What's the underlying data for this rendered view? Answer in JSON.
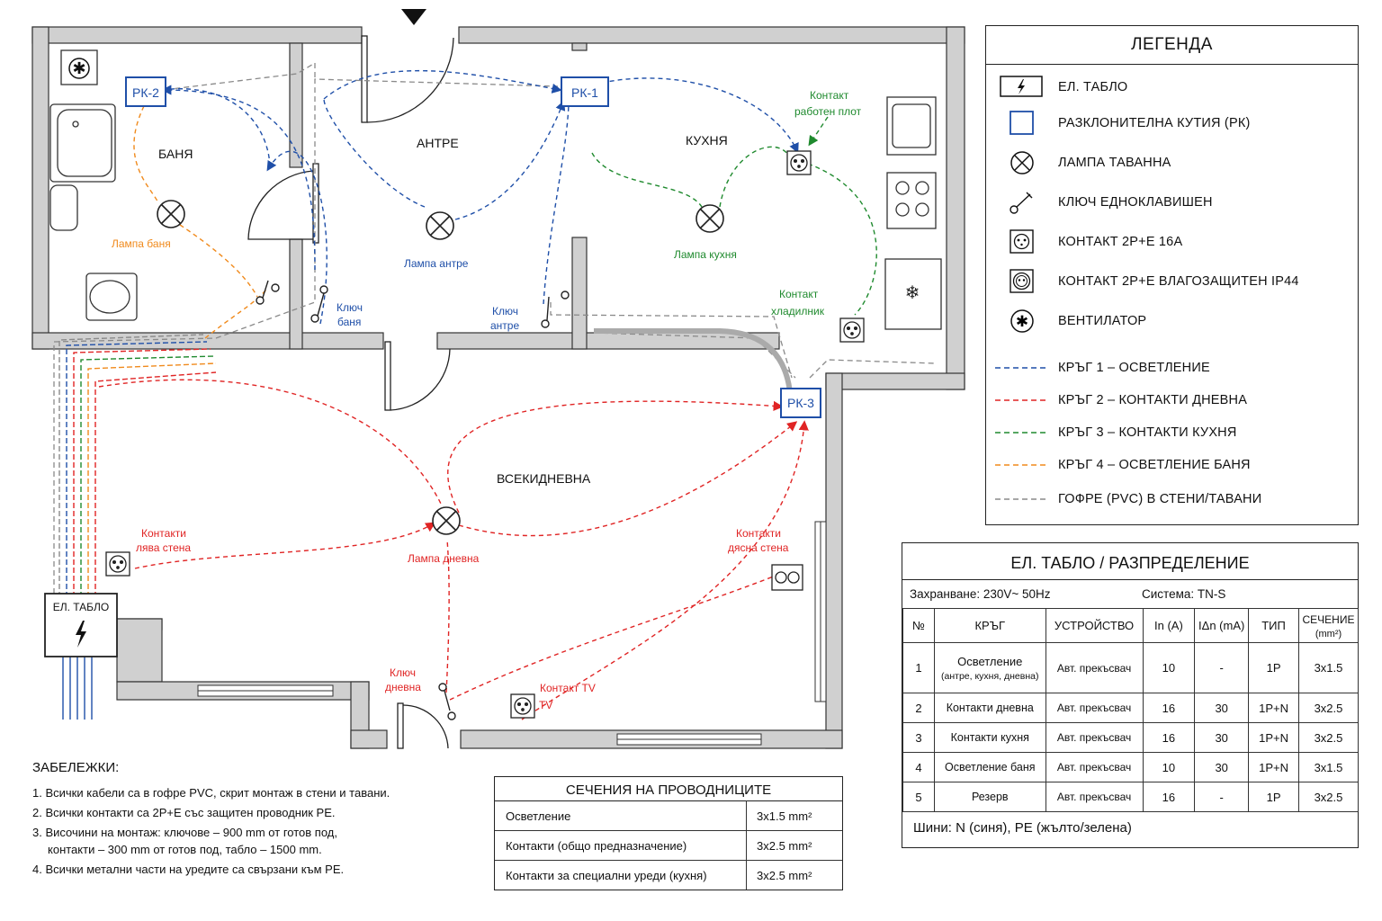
{
  "rooms": {
    "bathroom": "БАНЯ",
    "hallway": "АНТРЕ",
    "kitchen": "КУХНЯ",
    "living": "ВСЕКИДНЕВНА"
  },
  "boxes": {
    "rk1": "РК-1",
    "rk2": "РК-2",
    "rk3": "РК-3"
  },
  "labels": {
    "lamp_bath": "Лампа баня",
    "lamp_hall": "Лампа антре",
    "lamp_kitchen": "Лампа кухня",
    "lamp_living": "Лампа дневна",
    "switch_bath_1": "Ключ",
    "switch_bath_2": "баня",
    "switch_hall_1": "Ключ",
    "switch_hall_2": "антре",
    "switch_living_1": "Ключ",
    "switch_living_2": "дневна",
    "socket_counter_1": "Контакт",
    "socket_counter_2": "работен плот",
    "socket_fridge_1": "Контакт",
    "socket_fridge_2": "хладилник",
    "socket_left_1": "Контакти",
    "socket_left_2": "лява стена",
    "socket_right_1": "Контакти",
    "socket_right_2": "дясна стена",
    "socket_tv_1": "Контакт TV",
    "socket_tv_2": "TV",
    "panel": "ЕЛ. ТАБЛО"
  },
  "legend": {
    "title": "ЛЕГЕНДА",
    "items": [
      {
        "label": "ЕЛ.  ТАБЛО",
        "icon": "panel-icon"
      },
      {
        "label": "РАЗКЛОНИТЕЛНА КУТИЯ (РК)",
        "icon": "junction-box-icon"
      },
      {
        "label": "ЛАМПА ТАВАННА",
        "icon": "ceiling-lamp-icon"
      },
      {
        "label": "КЛЮЧ ЕДНОКЛАВИШЕН",
        "icon": "switch-icon"
      },
      {
        "label": "КОНТАКТ 2Р+Е 16А",
        "icon": "socket-icon"
      },
      {
        "label": "КОНТАКТ 2Р+Е ВЛАГОЗАЩИТЕН IP44",
        "icon": "socket-ip44-icon"
      },
      {
        "label": "ВЕНТИЛАТОР",
        "icon": "fan-icon"
      },
      {
        "label": "КРЪГ 1 – ОСВЕТЛЕНИЕ",
        "color": "#1f4fa8"
      },
      {
        "label": "КРЪГ 2 – КОНТАКТИ ДНЕВНА",
        "color": "#e02424"
      },
      {
        "label": "КРЪГ 3 – КОНТАКТИ КУХНЯ",
        "color": "#1f8a2e"
      },
      {
        "label": "КРЪГ 4 – ОСВЕТЛЕНИЕ БАНЯ",
        "color": "#f08a1c"
      },
      {
        "label": "ГОФРЕ (PVC) В СТЕНИ/ТАВАНИ",
        "color": "#8a8a8a"
      }
    ]
  },
  "distribution": {
    "title": "ЕЛ. ТАБЛО / РАЗПРЕДЕЛЕНИЕ",
    "supply": "Захранване: 230V~ 50Hz",
    "system": "Система: TN-S",
    "headers": [
      "№",
      "КРЪГ",
      "УСТРОЙСТВО",
      "In (A)",
      "IΔn (mA)",
      "ТИП",
      "СЕЧЕНИЕ",
      "(mm²)"
    ],
    "rows": [
      {
        "no": "1",
        "circuit": "Осветление",
        "sub": "(антре, кухня, дневна)",
        "device": "Авт. прекъсвач",
        "in": "10",
        "idn": "-",
        "type": "1P",
        "section": "3x1.5"
      },
      {
        "no": "2",
        "circuit": "Контакти дневна",
        "sub": "",
        "device": "Авт. прекъсвач",
        "in": "16",
        "idn": "30",
        "type": "1P+N",
        "section": "3x2.5"
      },
      {
        "no": "3",
        "circuit": "Контакти кухня",
        "sub": "",
        "device": "Авт. прекъсвач",
        "in": "16",
        "idn": "30",
        "type": "1P+N",
        "section": "3x2.5"
      },
      {
        "no": "4",
        "circuit": "Осветление баня",
        "sub": "",
        "device": "Авт. прекъсвач",
        "in": "10",
        "idn": "30",
        "type": "1P+N",
        "section": "3x1.5"
      },
      {
        "no": "5",
        "circuit": "Резерв",
        "sub": "",
        "device": "Авт. прекъсвач",
        "in": "16",
        "idn": "-",
        "type": "1P",
        "section": "3x2.5"
      }
    ],
    "buses": "Шини: N (синя), PE (жълто/зелена)"
  },
  "sections": {
    "title": "СЕЧЕНИЯ НА ПРОВОДНИЦИТЕ",
    "rows": [
      {
        "name": "Осветление",
        "value": "3x1.5 mm²"
      },
      {
        "name": "Контакти (общо предназначение)",
        "value": "3x2.5 mm²"
      },
      {
        "name": "Контакти за специални уреди (кухня)",
        "value": "3x2.5 mm²"
      }
    ]
  },
  "notes": {
    "title": "ЗАБЕЛЕЖКИ:",
    "items": [
      {
        "n": "1.",
        "text": "Всички кабели са в гофре PVC, скрит монтаж в стени и тавани.",
        "cont": ""
      },
      {
        "n": "2.",
        "text": "Всички контакти са 2Р+Е със защитен проводник РЕ.",
        "cont": ""
      },
      {
        "n": "3.",
        "text": "Височини на монтаж: ключове – 900 mm от готов под,",
        "cont": "контакти – 300 mm от готов под, табло – 1500 mm."
      },
      {
        "n": "4.",
        "text": "Всички метални части на уредите са свързани към РЕ.",
        "cont": ""
      }
    ]
  }
}
